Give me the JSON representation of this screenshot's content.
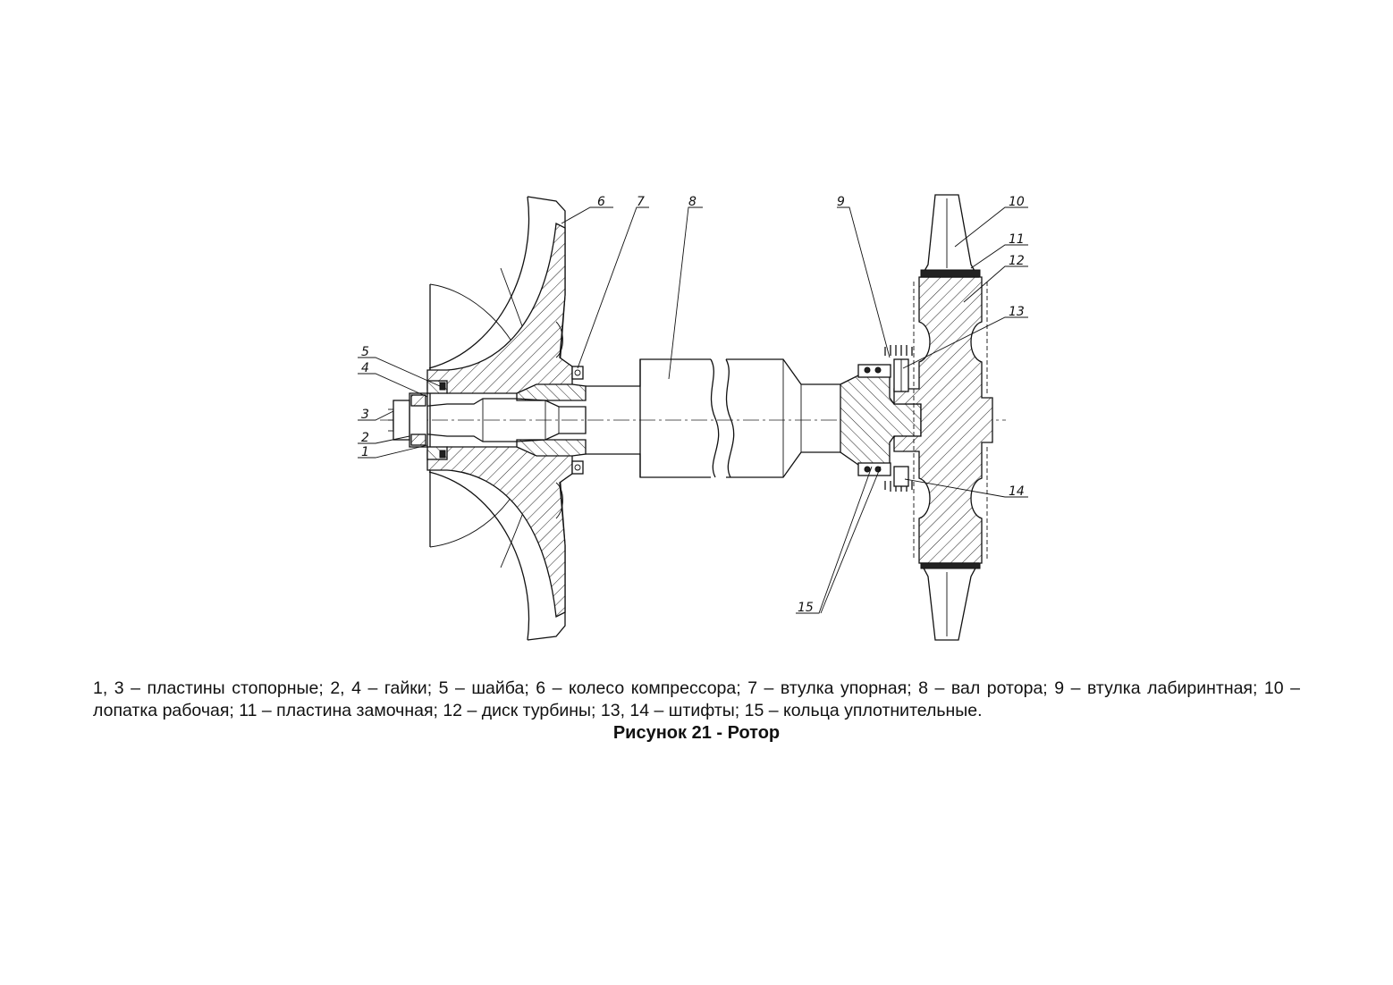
{
  "figure": {
    "callouts": [
      {
        "id": "c1",
        "label": "1"
      },
      {
        "id": "c2",
        "label": "2"
      },
      {
        "id": "c3",
        "label": "3"
      },
      {
        "id": "c4",
        "label": "4"
      },
      {
        "id": "c5",
        "label": "5"
      },
      {
        "id": "c6",
        "label": "6"
      },
      {
        "id": "c7",
        "label": "7"
      },
      {
        "id": "c8",
        "label": "8"
      },
      {
        "id": "c9",
        "label": "9"
      },
      {
        "id": "c10",
        "label": "10"
      },
      {
        "id": "c11",
        "label": "11"
      },
      {
        "id": "c12",
        "label": "12"
      },
      {
        "id": "c13",
        "label": "13"
      },
      {
        "id": "c14",
        "label": "14"
      },
      {
        "id": "c15",
        "label": "15"
      }
    ],
    "legend": "1, 3 – пластины стопорные; 2, 4 – гайки; 5 – шайба; 6 – колесо компрессора; 7 – втулка упорная; 8 – вал ротора; 9 – втулка лабиринтная; 10 – лопатка рабочая; 11 – пластина замочная; 12 – диск турбины; 13, 14 – штифты; 15 – кольца уплотнительные.",
    "title": "Рисунок 21 - Ротор"
  }
}
